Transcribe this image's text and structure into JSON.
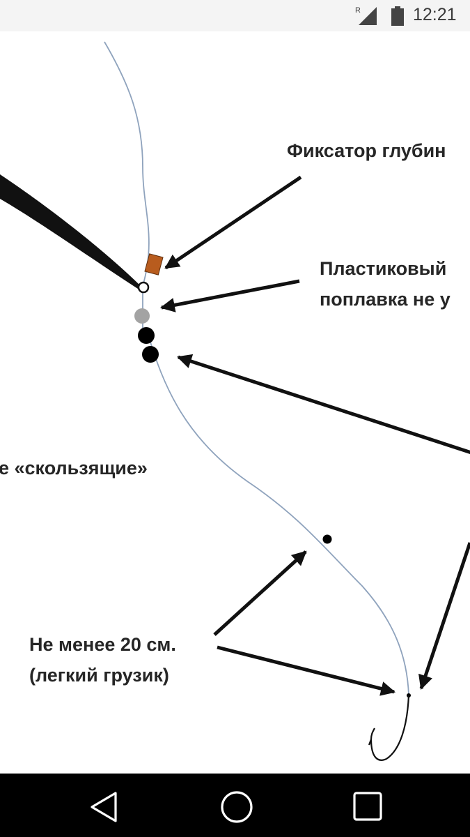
{
  "status_bar": {
    "time": "12:21",
    "signal_badge": "R",
    "icons": [
      "signal-icon",
      "battery-icon"
    ]
  },
  "diagram": {
    "labels": {
      "depth_stopper": "Фиксатор глубин",
      "plastic_line1": "Пластиковый",
      "plastic_line2": "поплавка не у",
      "sliding": "е «скользящие»",
      "min_distance_line1": "Не менее 20 см.",
      "min_distance_line2": "(легкий грузик)"
    },
    "colors": {
      "line": "#8fa3bd",
      "stopper": "#b85c1e",
      "bead_gray": "#a3a3a3",
      "bead_black": "#000000",
      "arrow": "#111111",
      "label": "#262626"
    }
  },
  "nav_bar": {
    "buttons": [
      "back-icon",
      "home-icon",
      "recents-icon"
    ]
  }
}
